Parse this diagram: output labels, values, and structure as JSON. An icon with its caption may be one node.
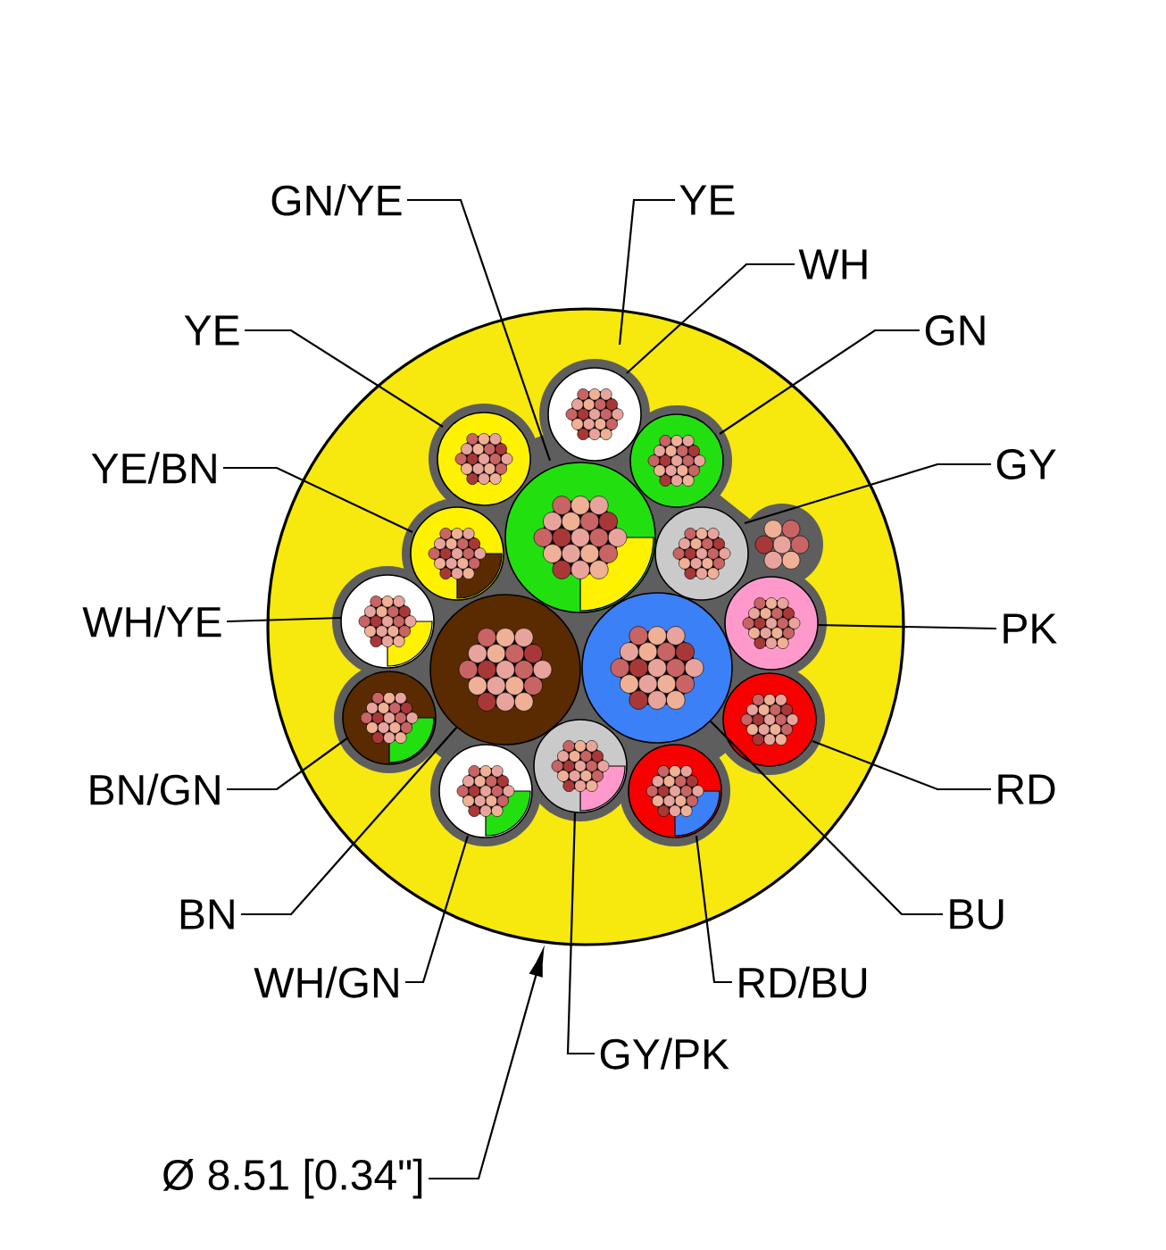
{
  "diagram": {
    "nodes": [
      {
        "text": [],
        "shape": "circle"
      },
      {
        "text": [],
        "shape": "circle",
        "in": 0
      },
      {
        "text": [],
        "shape": "circle",
        "in": 0
      },
      {
        "text": [],
        "shape": "circle",
        "in": 0
      },
      {
        "text": [],
        "shape": "circle",
        "in": 0
      },
      {
        "text": [],
        "shape": "circle",
        "in": 0
      },
      {
        "text": [],
        "shape": "circle",
        "in": 0
      },
      {
        "text": [],
        "shape": "circle",
        "in": 0
      },
      {
        "text": [],
        "shape": "circle",
        "in": 0
      },
      {
        "text": [],
        "shape": "circle",
        "in": 0
      },
      {
        "text": [],
        "shape": "circle",
        "in": 0
      },
      {
        "text": [],
        "shape": "circle",
        "in": 0
      },
      {
        "text": [],
        "shape": "circle",
        "in": 0
      },
      {
        "text": [],
        "shape": "circle",
        "in": 0
      },
      {
        "text": [],
        "shape": "circle",
        "in": 0
      },
      {
        "text": [],
        "shape": "circle",
        "in": 0
      },
      {
        "text": [
          "GN/YE"
        ]
      },
      {
        "text": [
          "YE"
        ]
      },
      {
        "text": [
          "WH"
        ]
      },
      {
        "text": [
          "GN"
        ]
      },
      {
        "text": [
          "YE"
        ]
      },
      {
        "text": [
          "GY"
        ]
      },
      {
        "text": [
          "YE/BN"
        ]
      },
      {
        "text": [
          "PK"
        ]
      },
      {
        "text": [
          "WH/YE"
        ]
      },
      {
        "text": [
          "RD"
        ]
      },
      {
        "text": [
          "BN/GN"
        ]
      },
      {
        "text": [
          "BU"
        ]
      },
      {
        "text": [
          "BN"
        ]
      },
      {
        "text": [
          "WH/GN"
        ]
      },
      {
        "text": [
          "GY/PK"
        ]
      },
      {
        "text": [
          "RD/BU"
        ]
      },
      {
        "text": [
          "Ø 8.51 [0.34\"]"
        ]
      }
    ],
    "edges": [
      {
        "from": 16,
        "to": 4,
        "arrow": "none"
      },
      {
        "from": 17,
        "to": 0,
        "arrow": "none"
      },
      {
        "from": 18,
        "to": 1,
        "arrow": "none"
      },
      {
        "from": 19,
        "to": 2,
        "arrow": "none"
      },
      {
        "from": 20,
        "to": 3,
        "arrow": "none"
      },
      {
        "from": 21,
        "to": 6,
        "arrow": "none"
      },
      {
        "from": 22,
        "to": 5,
        "arrow": "none"
      },
      {
        "from": 23,
        "to": 7,
        "arrow": "none"
      },
      {
        "from": 24,
        "to": 8,
        "arrow": "none"
      },
      {
        "from": 25,
        "to": 12,
        "arrow": "none"
      },
      {
        "from": 26,
        "to": 11,
        "arrow": "none"
      },
      {
        "from": 27,
        "to": 10,
        "arrow": "none"
      },
      {
        "from": 28,
        "to": 9,
        "arrow": "none"
      },
      {
        "from": 29,
        "to": 13,
        "arrow": "none"
      },
      {
        "from": 30,
        "to": 14,
        "arrow": "none"
      },
      {
        "from": 31,
        "to": 15,
        "arrow": "none"
      },
      {
        "from": 32,
        "to": 0,
        "arrow": "to"
      }
    ]
  }
}
